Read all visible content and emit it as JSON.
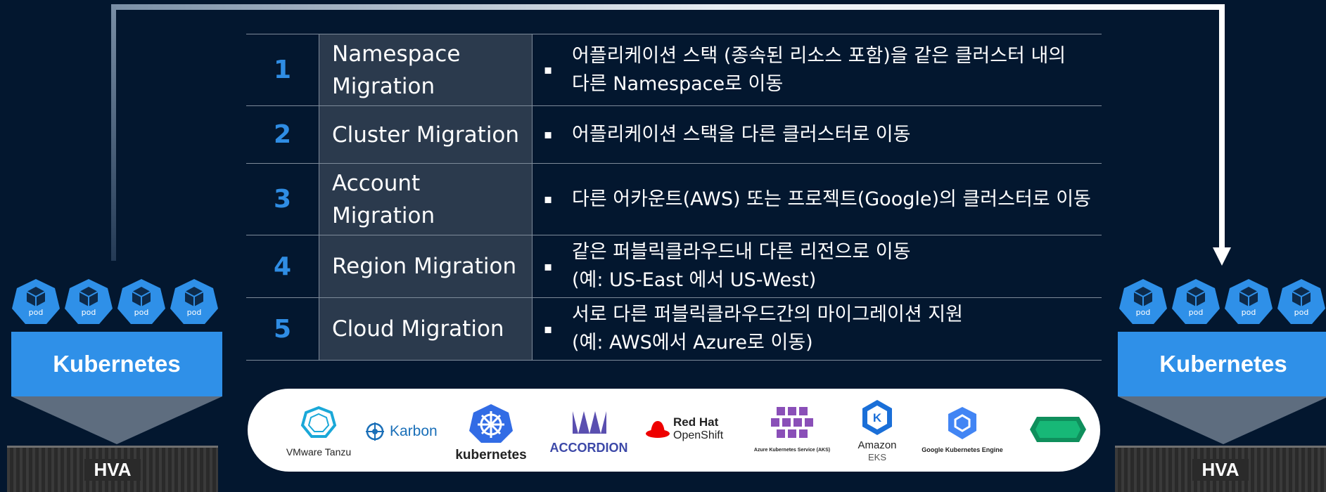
{
  "rows": [
    {
      "num": "1",
      "name_line1": "Namespace",
      "name_line2": "Migration",
      "desc_line1": "어플리케이션 스택 (종속된 리소스 포함)을 같은 클러스터 내의",
      "desc_line2": "다른 Namespace로 이동"
    },
    {
      "num": "2",
      "name_line1": "Cluster Migration",
      "name_line2": "",
      "desc_line1": "어플리케이션 스택을 다른 클러스터로 이동",
      "desc_line2": ""
    },
    {
      "num": "3",
      "name_line1": "Account",
      "name_line2": "Migration",
      "desc_line1": "다른 어카운트(AWS) 또는 프로젝트(Google)의 클러스터로 이동",
      "desc_line2": ""
    },
    {
      "num": "4",
      "name_line1": "Region Migration",
      "name_line2": "",
      "desc_line1": "같은 퍼블릭클라우드내 다른 리전으로 이동",
      "desc_line2": "(예: US-East 에서 US-West)"
    },
    {
      "num": "5",
      "name_line1": "Cloud Migration",
      "name_line2": "",
      "desc_line1": "서로 다른 퍼블릭클라우드간의 마이그레이션 지원",
      "desc_line2": "(예: AWS에서 Azure로 이동)"
    }
  ],
  "bullet": "▪",
  "pod_label": "pod",
  "left_stack": {
    "kubernetes": "Kubernetes",
    "hva": "HVA"
  },
  "right_stack": {
    "kubernetes": "Kubernetes",
    "hva": "HVA"
  },
  "logos": {
    "tanzu": "VMware Tanzu",
    "karbon": "Karbon",
    "kubernetes": "kubernetes",
    "accordion": "ACCORDION",
    "redhat_1": "Red Hat",
    "redhat_2": "OpenShift",
    "aks": "Azure Kubernetes Service (AKS)",
    "eks_1": "Amazon",
    "eks_2": "EKS",
    "gke": "Google Kubernetes Engine"
  },
  "colors": {
    "background": "#03172f",
    "accent_blue": "#2f90e8",
    "row_label_bg": "#2b3a4d"
  }
}
